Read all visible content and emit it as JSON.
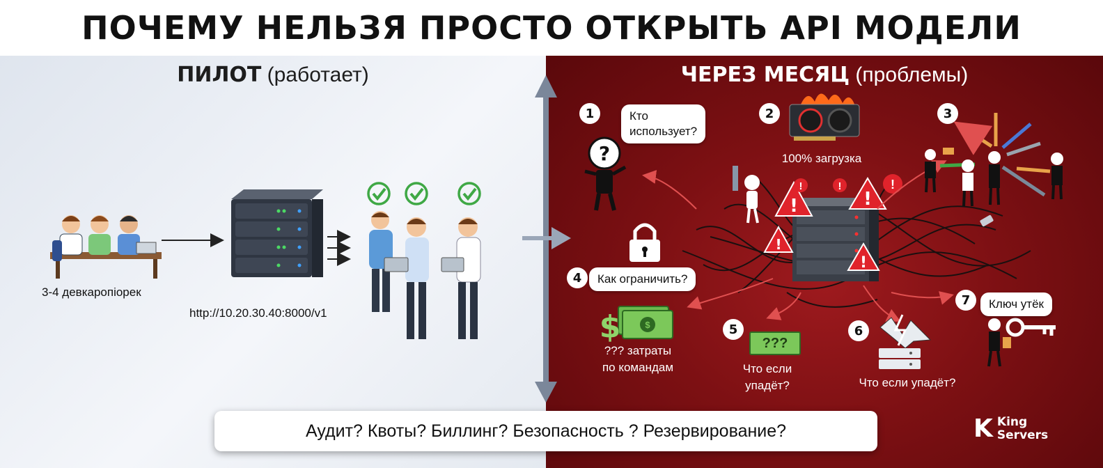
{
  "title": "ПОЧЕМУ НЕЛЬЗЯ ПРОСТО ОТКРЫТЬ API МОДЕЛИ",
  "left": {
    "heading_bold": "ПИЛОТ",
    "heading_rest": " (работает)",
    "team_label": "3-4 девкаропіорек",
    "url": "http://10.20.30.40:8000/v1"
  },
  "right": {
    "heading_bold": "ЧЕРЕЗ МЕСЯЦ",
    "heading_rest": " (проблемы)",
    "items": [
      {
        "num": "1",
        "text": "Кто\nиспользует?"
      },
      {
        "num": "2",
        "text": "100% загрузка"
      },
      {
        "num": "3",
        "text": ""
      },
      {
        "num": "4",
        "text": "Как ограничить?"
      },
      {
        "num": "5",
        "text": "Что если\nупадёт?"
      },
      {
        "num": "6",
        "text": "Что если упадёт?"
      },
      {
        "num": "7",
        "text": "Ключ утёк"
      }
    ],
    "costs_label": "??? затраты\nпо командам",
    "money_label": "???"
  },
  "bottom_bar": "Аудит? Квоты? Биллинг? Безопасность ? Резервирование?",
  "logo": {
    "mark": "K",
    "line1": "King",
    "line2": "Servers"
  },
  "colors": {
    "red_bg": "#7d1013",
    "left_bg": "#e4e9f0",
    "check_green": "#3fa845",
    "warning_red": "#e0232b"
  }
}
